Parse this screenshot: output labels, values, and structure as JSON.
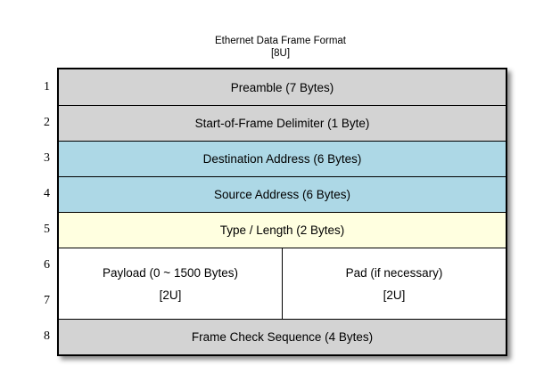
{
  "diagram": {
    "title": "Ethernet Data Frame Format",
    "subtitle": "[8U]",
    "rows": [
      {
        "index": "1",
        "label": "Preamble (7 Bytes)",
        "fill": "#d3d3d3"
      },
      {
        "index": "2",
        "label": "Start-of-Frame Delimiter (1 Byte)",
        "fill": "#d3d3d3"
      },
      {
        "index": "3",
        "label": "Destination Address (6 Bytes)",
        "fill": "#add8e6"
      },
      {
        "index": "4",
        "label": "Source Address (6 Bytes)",
        "fill": "#add8e6"
      },
      {
        "index": "5",
        "label": "Type / Length (2 Bytes)",
        "fill": "#ffffe0"
      },
      {
        "index_top": "6",
        "index_bottom": "7",
        "fill": "#ffffff",
        "cells": [
          {
            "label": "Payload (0 ~ 1500 Bytes)",
            "sub_label": "[2U]"
          },
          {
            "label": "Pad (if necessary)",
            "sub_label": "[2U]"
          }
        ]
      },
      {
        "index": "8",
        "label": "Frame Check Sequence (4 Bytes)",
        "fill": "#d3d3d3"
      }
    ]
  },
  "palette": {
    "row_gray": "#d3d3d3",
    "row_blue": "#add8e6",
    "row_yellow": "#ffffe0",
    "row_white": "#ffffff",
    "border": "#000000",
    "background": "#ffffff"
  }
}
